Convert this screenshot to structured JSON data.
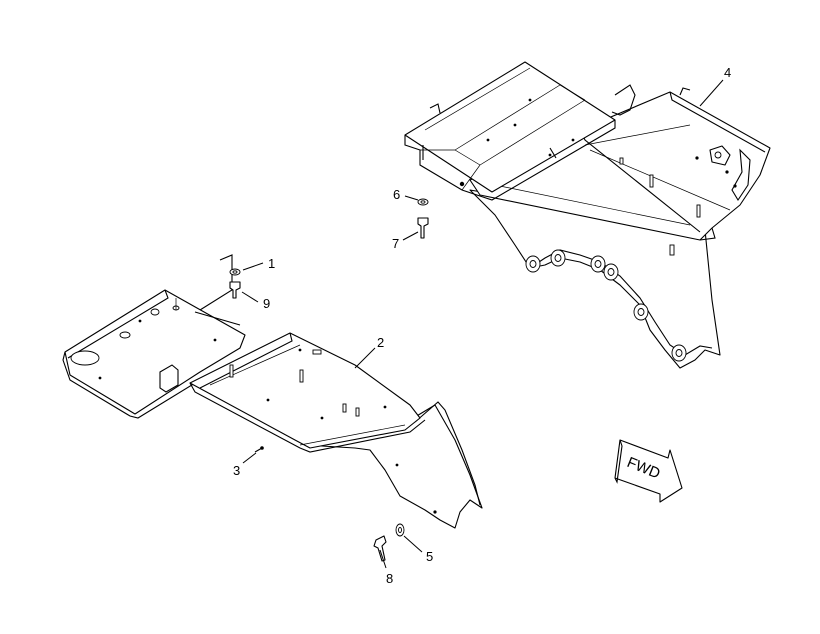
{
  "diagram": {
    "callouts": [
      {
        "id": "1",
        "label": "1"
      },
      {
        "id": "2",
        "label": "2"
      },
      {
        "id": "3",
        "label": "3"
      },
      {
        "id": "4",
        "label": "4"
      },
      {
        "id": "5",
        "label": "5"
      },
      {
        "id": "6",
        "label": "6"
      },
      {
        "id": "7",
        "label": "7"
      },
      {
        "id": "8",
        "label": "8"
      },
      {
        "id": "9",
        "label": "9"
      }
    ],
    "direction_indicator": {
      "label": "FWD",
      "icon": "forward-arrow-icon"
    },
    "colors": {
      "line": "#000000",
      "background": "#ffffff"
    }
  }
}
